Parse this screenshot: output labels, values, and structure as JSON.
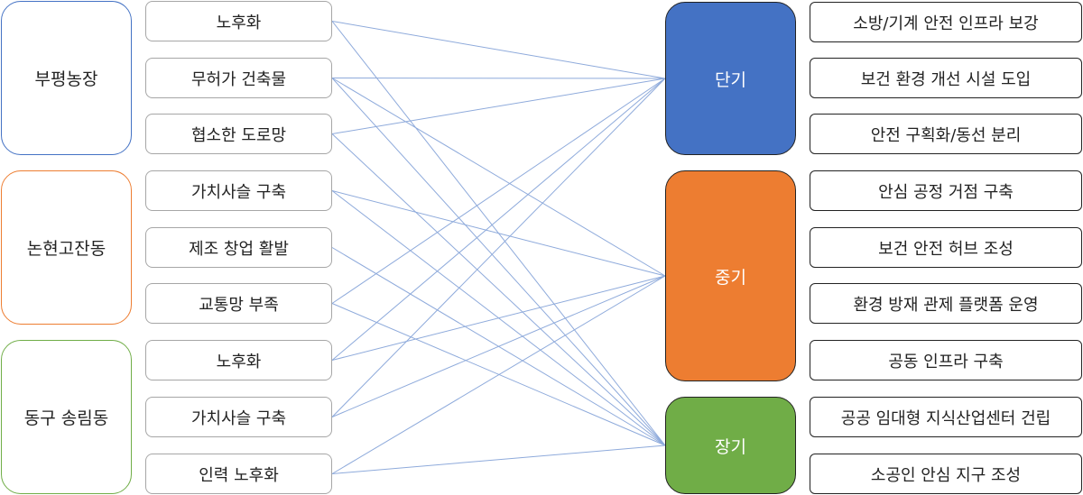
{
  "regions": [
    {
      "label": "부평농장"
    },
    {
      "label": "논현고잔동"
    },
    {
      "label": "동구 송림동"
    }
  ],
  "issues": [
    {
      "label": "노후화"
    },
    {
      "label": "무허가 건축물"
    },
    {
      "label": "협소한 도로망"
    },
    {
      "label": "가치사슬 구축"
    },
    {
      "label": "제조 창업 활발"
    },
    {
      "label": "교통망 부족"
    },
    {
      "label": "노후화"
    },
    {
      "label": "가치사슬 구축"
    },
    {
      "label": "인력 노후화"
    }
  ],
  "phases": [
    {
      "label": "단기",
      "color": "#4472C4"
    },
    {
      "label": "중기",
      "color": "#ED7D31"
    },
    {
      "label": "장기",
      "color": "#70AD47"
    }
  ],
  "strategies": [
    {
      "label": "소방/기계 안전 인프라 보강"
    },
    {
      "label": "보건 환경 개선 시설 도입"
    },
    {
      "label": "안전 구획화/동선 분리"
    },
    {
      "label": "안심 공정 거점 구축"
    },
    {
      "label": "보건 안전 허브 조성"
    },
    {
      "label": "환경 방재 관제 플랫폼 운영"
    },
    {
      "label": "공동 인프라 구축"
    },
    {
      "label": "공공 임대형 지식산업센터 건립"
    },
    {
      "label": "소공인 안심 지구 조성"
    }
  ],
  "links": [
    {
      "issue": 0,
      "phase": 0
    },
    {
      "issue": 0,
      "phase": 2
    },
    {
      "issue": 1,
      "phase": 0
    },
    {
      "issue": 1,
      "phase": 1
    },
    {
      "issue": 1,
      "phase": 2
    },
    {
      "issue": 2,
      "phase": 0
    },
    {
      "issue": 2,
      "phase": 2
    },
    {
      "issue": 3,
      "phase": 1
    },
    {
      "issue": 3,
      "phase": 2
    },
    {
      "issue": 4,
      "phase": 2
    },
    {
      "issue": 5,
      "phase": 0
    },
    {
      "issue": 5,
      "phase": 2
    },
    {
      "issue": 6,
      "phase": 0
    },
    {
      "issue": 6,
      "phase": 1
    },
    {
      "issue": 7,
      "phase": 0
    },
    {
      "issue": 7,
      "phase": 1
    },
    {
      "issue": 8,
      "phase": 1
    },
    {
      "issue": 8,
      "phase": 2
    }
  ]
}
